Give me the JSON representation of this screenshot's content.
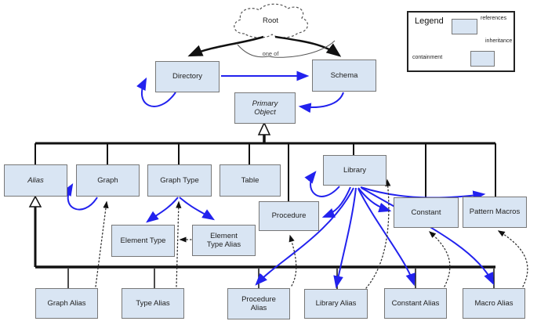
{
  "diagram": {
    "root_label": "Root",
    "one_of_label": "one of",
    "nodes": {
      "directory": {
        "label": "Directory"
      },
      "schema": {
        "label": "Schema"
      },
      "primary_object": {
        "label": "Primary Object"
      },
      "alias": {
        "label": "Alias"
      },
      "graph": {
        "label": "Graph"
      },
      "graph_type": {
        "label": "Graph Type"
      },
      "table": {
        "label": "Table"
      },
      "library": {
        "label": "Library"
      },
      "procedure": {
        "label": "Procedure"
      },
      "constant": {
        "label": "Constant"
      },
      "pattern_macros": {
        "label": "Pattern Macros"
      },
      "element_type": {
        "label": "Element Type"
      },
      "element_type_alias": {
        "label": "Element Type Alias"
      },
      "graph_alias": {
        "label": "Graph Alias"
      },
      "type_alias": {
        "label": "Type Alias"
      },
      "procedure_alias": {
        "label": "Procedure Alias"
      },
      "library_alias": {
        "label": "Library Alias"
      },
      "constant_alias": {
        "label": "Constant Alias"
      },
      "macro_alias": {
        "label": "Macro Alias"
      }
    },
    "relationships": {
      "root_choice": "Root — one of — Directory | Schema",
      "containment": [
        "Directory → Directory",
        "Directory → Schema",
        "Schema → Primary Object",
        "Graph → Graph",
        "Graph Type → Element Type",
        "Graph Type → Element Type Alias",
        "Library → Library",
        "Library → Procedure",
        "Library → Constant",
        "Library → Pattern Macros",
        "Library → Procedure Alias",
        "Library → Library Alias",
        "Library → Constant Alias",
        "Library → Macro Alias"
      ],
      "inheritance": [
        "Alias, Graph, Graph Type, Table, Procedure, Library, Constant, Pattern Macros → Primary Object",
        "Graph Alias, Type Alias, Procedure Alias, Library Alias, Constant Alias, Macro Alias → Alias"
      ],
      "references": [
        "Graph Alias → Graph",
        "Type Alias → Graph Type",
        "Element Type Alias → Element Type",
        "Procedure Alias → Procedure",
        "Library Alias → Library",
        "Constant Alias → Constant",
        "Macro Alias → Pattern Macros"
      ]
    }
  },
  "legend": {
    "title": "Legend",
    "items": [
      {
        "label": "references",
        "style": "dotted-black-arrow"
      },
      {
        "label": "inheritance",
        "style": "solid-hollow-triangle"
      },
      {
        "label": "containment",
        "style": "blue-arrow"
      }
    ]
  },
  "colors": {
    "node_fill": "#d9e5f3",
    "node_border": "#777777",
    "containment_blue": "#2222ee",
    "line_black": "#111111"
  }
}
